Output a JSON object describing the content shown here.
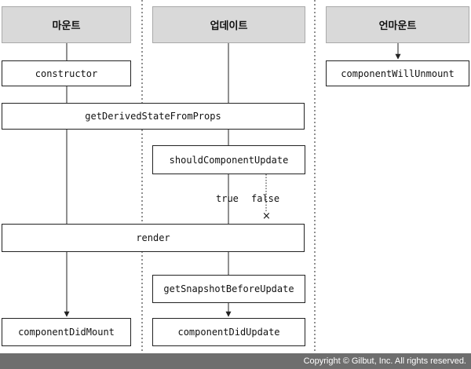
{
  "headers": {
    "mount": "마운트",
    "update": "업데이트",
    "unmount": "언마운트"
  },
  "methods": {
    "constructor": "constructor",
    "getDerivedStateFromProps": "getDerivedStateFromProps",
    "shouldComponentUpdate": "shouldComponentUpdate",
    "render": "render",
    "getSnapshotBeforeUpdate": "getSnapshotBeforeUpdate",
    "componentDidMount": "componentDidMount",
    "componentDidUpdate": "componentDidUpdate",
    "componentWillUnmount": "componentWillUnmount"
  },
  "branch": {
    "true_label": "true",
    "false_label": "false",
    "stop_mark": "×"
  },
  "footer": {
    "copyright": "Copyright © Gilbut, Inc. All rights reserved."
  },
  "colors": {
    "header_bg": "#d9d9d9",
    "footer_bg": "#6e6e6e",
    "line": "#222222"
  }
}
